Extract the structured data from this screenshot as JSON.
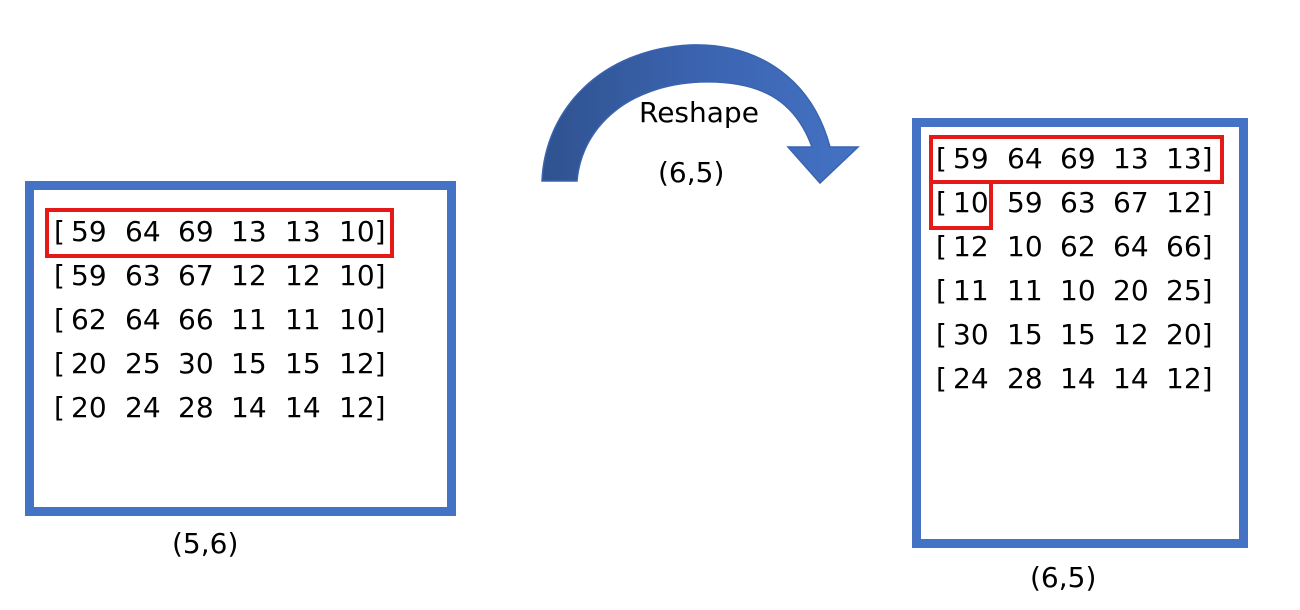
{
  "colors": {
    "box_border": "#4472c4",
    "arrow_fill": "#4472c4",
    "arrow_dark": "#2f528f",
    "highlight": "#e61919"
  },
  "left_matrix": {
    "rows": [
      [
        "[",
        "59",
        "64",
        "69",
        "13",
        "13",
        "10]"
      ],
      [
        "[",
        "59",
        "63",
        "67",
        "12",
        "12",
        "10]"
      ],
      [
        "[",
        "62",
        "64",
        "66",
        "11",
        "11",
        "10]"
      ],
      [
        "[",
        "20",
        "25",
        "30",
        "15",
        "15",
        "12]"
      ],
      [
        "[",
        "20",
        "24",
        "28",
        "14",
        "14",
        "12]"
      ]
    ],
    "shape_label": "(5,6)"
  },
  "right_matrix": {
    "rows": [
      [
        "[",
        "59",
        "64",
        "69",
        "13",
        "13]"
      ],
      [
        "[",
        "10",
        "59",
        "63",
        "67",
        "12]"
      ],
      [
        "[",
        "12",
        "10",
        "62",
        "64",
        "66]"
      ],
      [
        "[",
        "11",
        "11",
        "10",
        "20",
        "25]"
      ],
      [
        "[",
        "30",
        "15",
        "15",
        "12",
        "20]"
      ],
      [
        "[",
        "24",
        "28",
        "14",
        "14",
        "12]"
      ]
    ],
    "shape_label": "(6,5)"
  },
  "arrow": {
    "label": "Reshape",
    "shape": "(6,5)",
    "icon": "curved-arrow-icon"
  }
}
